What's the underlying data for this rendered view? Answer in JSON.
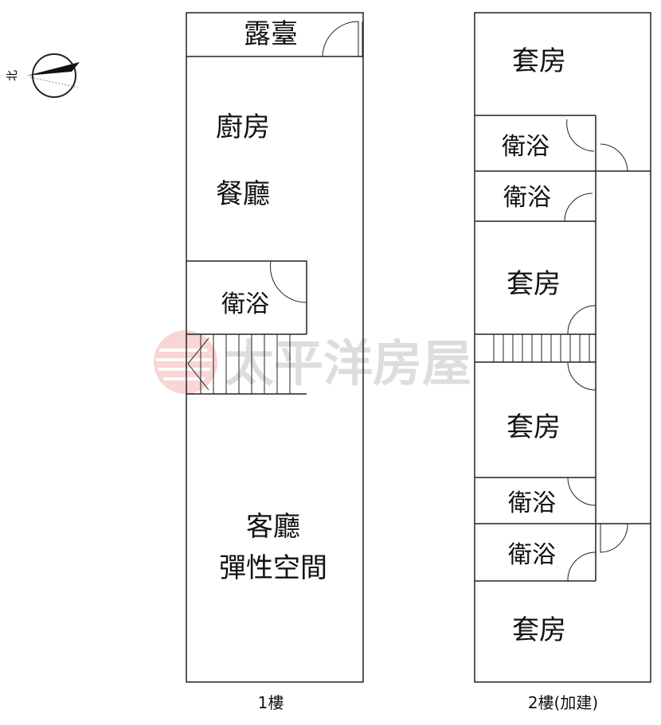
{
  "compass": {
    "label": "北"
  },
  "floor1": {
    "caption": "1樓",
    "rooms": {
      "balcony": "露臺",
      "kitchen": "廚房",
      "dining": "餐廳",
      "bath": "衛浴",
      "living": "客廳",
      "flex": "彈性空間"
    }
  },
  "floor2": {
    "caption": "2樓(加建)",
    "rooms": {
      "suite1": "套房",
      "bath1": "衛浴",
      "bath2": "衛浴",
      "suite2": "套房",
      "suite3": "套房",
      "bath3": "衛浴",
      "bath4": "衛浴",
      "suite4": "套房"
    }
  },
  "watermark": {
    "text": "太平洋房屋",
    "color": "#e05050"
  }
}
